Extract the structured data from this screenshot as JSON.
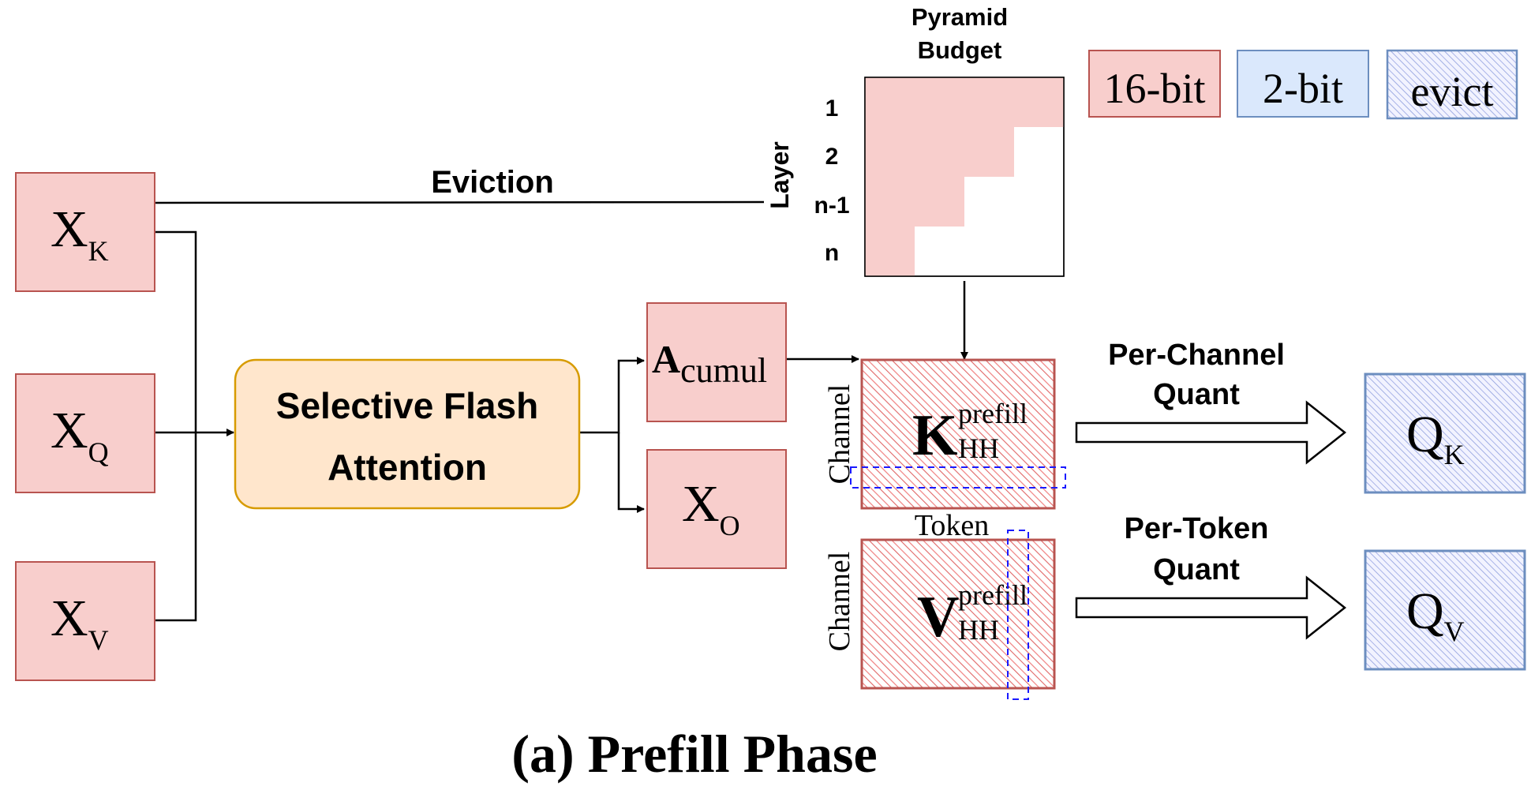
{
  "inputs": {
    "xk": {
      "base": "X",
      "sub": "K"
    },
    "xq": {
      "base": "X",
      "sub": "Q"
    },
    "xv": {
      "base": "X",
      "sub": "V"
    }
  },
  "eviction_label": "Eviction",
  "attention": {
    "line1": "Selective Flash",
    "line2": "Attention"
  },
  "acumul": {
    "base": "A",
    "sub": "cumul"
  },
  "xo": {
    "base": "X",
    "sub": "O"
  },
  "pyramid": {
    "title_line1": "Pyramid",
    "title_line2": "Budget",
    "axis_label": "Layer",
    "rows": [
      "1",
      "2",
      "n-1",
      "n"
    ]
  },
  "legend": {
    "items": [
      {
        "label": "16-bit"
      },
      {
        "label": "2-bit"
      },
      {
        "label": "evict"
      }
    ]
  },
  "k_prefill": {
    "base": "K",
    "sup": "prefill",
    "sub": "HH",
    "side_label": "Channel"
  },
  "v_prefill": {
    "base": "V",
    "sup": "prefill",
    "sub": "HH",
    "side_label": "Channel",
    "top_label": "Token"
  },
  "quant": {
    "k": {
      "line1": "Per-Channel",
      "line2": "Quant"
    },
    "v": {
      "line1": "Per-Token",
      "line2": "Quant"
    }
  },
  "qk": {
    "base": "Q",
    "sub": "K"
  },
  "qv": {
    "base": "Q",
    "sub": "V"
  },
  "caption": "(a) Prefill Phase",
  "colors": {
    "red_fill": "#f8cecc",
    "red_stroke": "#b85450",
    "blue_fill": "#dae8fc",
    "blue_stroke": "#6c8ebf",
    "orange_fill": "#ffe6cc",
    "orange_stroke": "#d79b00",
    "hatch_red": "#e06666",
    "hatch_blue": "#8c9cdc",
    "dash_blue": "#1a1aff"
  }
}
